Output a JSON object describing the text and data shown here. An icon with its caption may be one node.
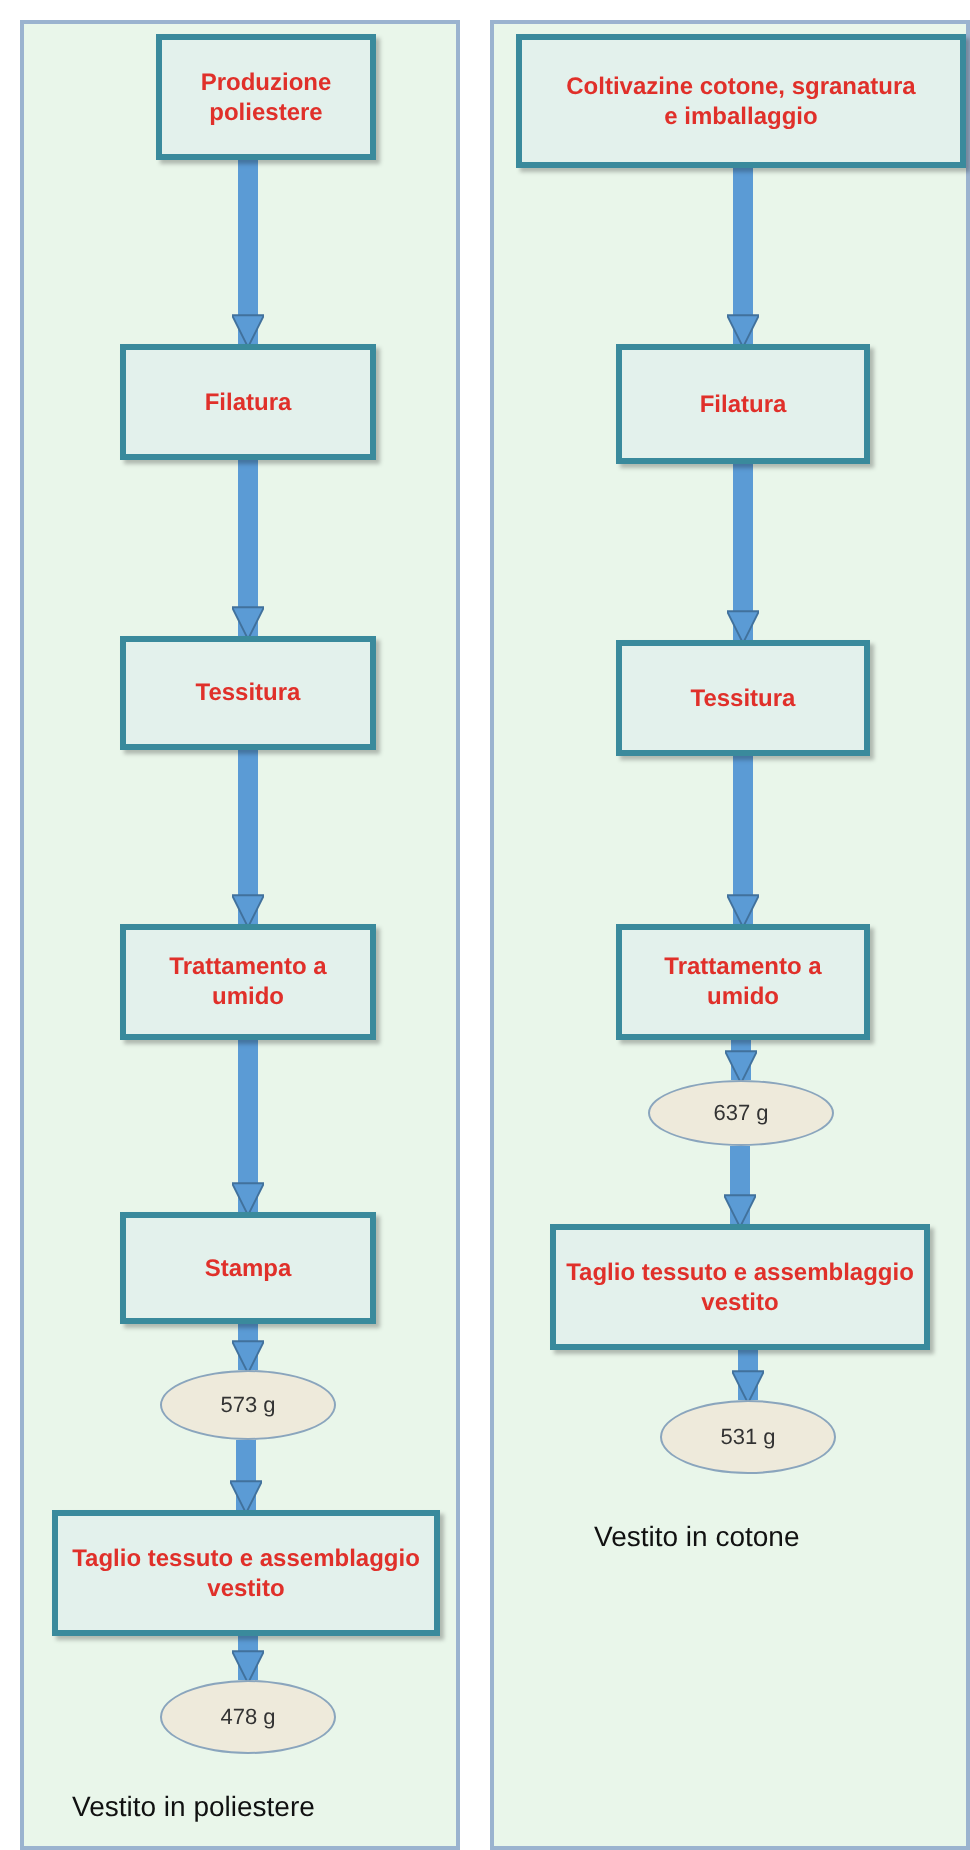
{
  "diagram": {
    "nodes": [
      {
        "text": [
          "Vestito in poliestere"
        ]
      },
      {
        "text": [
          "Vestito in cotone"
        ]
      },
      {
        "text": [
          "Produzione poliestere"
        ],
        "in": 0
      },
      {
        "text": [
          "Filatura"
        ],
        "in": 0
      },
      {
        "text": [
          "Tessitura"
        ],
        "in": 0
      },
      {
        "text": [
          "Trattamento a umido"
        ],
        "in": 0
      },
      {
        "text": [
          "Stampa"
        ],
        "in": 0
      },
      {
        "text": [
          "573 g"
        ],
        "in": 0
      },
      {
        "text": [
          "Taglio tessuto e assemblaggio vestito"
        ],
        "in": 0
      },
      {
        "text": [
          "478 g"
        ],
        "in": 0
      },
      {
        "text": [
          "Coltivazine cotone, sgranatura e imballaggio"
        ],
        "in": 1
      },
      {
        "text": [
          "Filatura"
        ],
        "in": 1
      },
      {
        "text": [
          "Tessitura"
        ],
        "in": 1
      },
      {
        "text": [
          "Trattamento a umido"
        ],
        "in": 1
      },
      {
        "text": [
          "637 g"
        ],
        "in": 1
      },
      {
        "text": [
          "Taglio tessuto e assemblaggio vestito"
        ],
        "in": 1
      },
      {
        "text": [
          "531 g"
        ],
        "in": 1
      }
    ],
    "edges": [
      {
        "from": 2,
        "to": 3,
        "arrow": "to"
      },
      {
        "from": 3,
        "to": 4,
        "arrow": "to"
      },
      {
        "from": 4,
        "to": 5,
        "arrow": "to"
      },
      {
        "from": 5,
        "to": 6,
        "arrow": "to"
      },
      {
        "from": 6,
        "to": 7,
        "arrow": "to"
      },
      {
        "from": 7,
        "to": 8,
        "arrow": "to"
      },
      {
        "from": 8,
        "to": 9,
        "arrow": "to"
      },
      {
        "from": 10,
        "to": 11,
        "arrow": "to"
      },
      {
        "from": 11,
        "to": 12,
        "arrow": "to"
      },
      {
        "from": 12,
        "to": 13,
        "arrow": "to"
      },
      {
        "from": 13,
        "to": 14,
        "arrow": "to"
      },
      {
        "from": 14,
        "to": 15,
        "arrow": "to"
      },
      {
        "from": 15,
        "to": 16,
        "arrow": "to"
      }
    ]
  }
}
